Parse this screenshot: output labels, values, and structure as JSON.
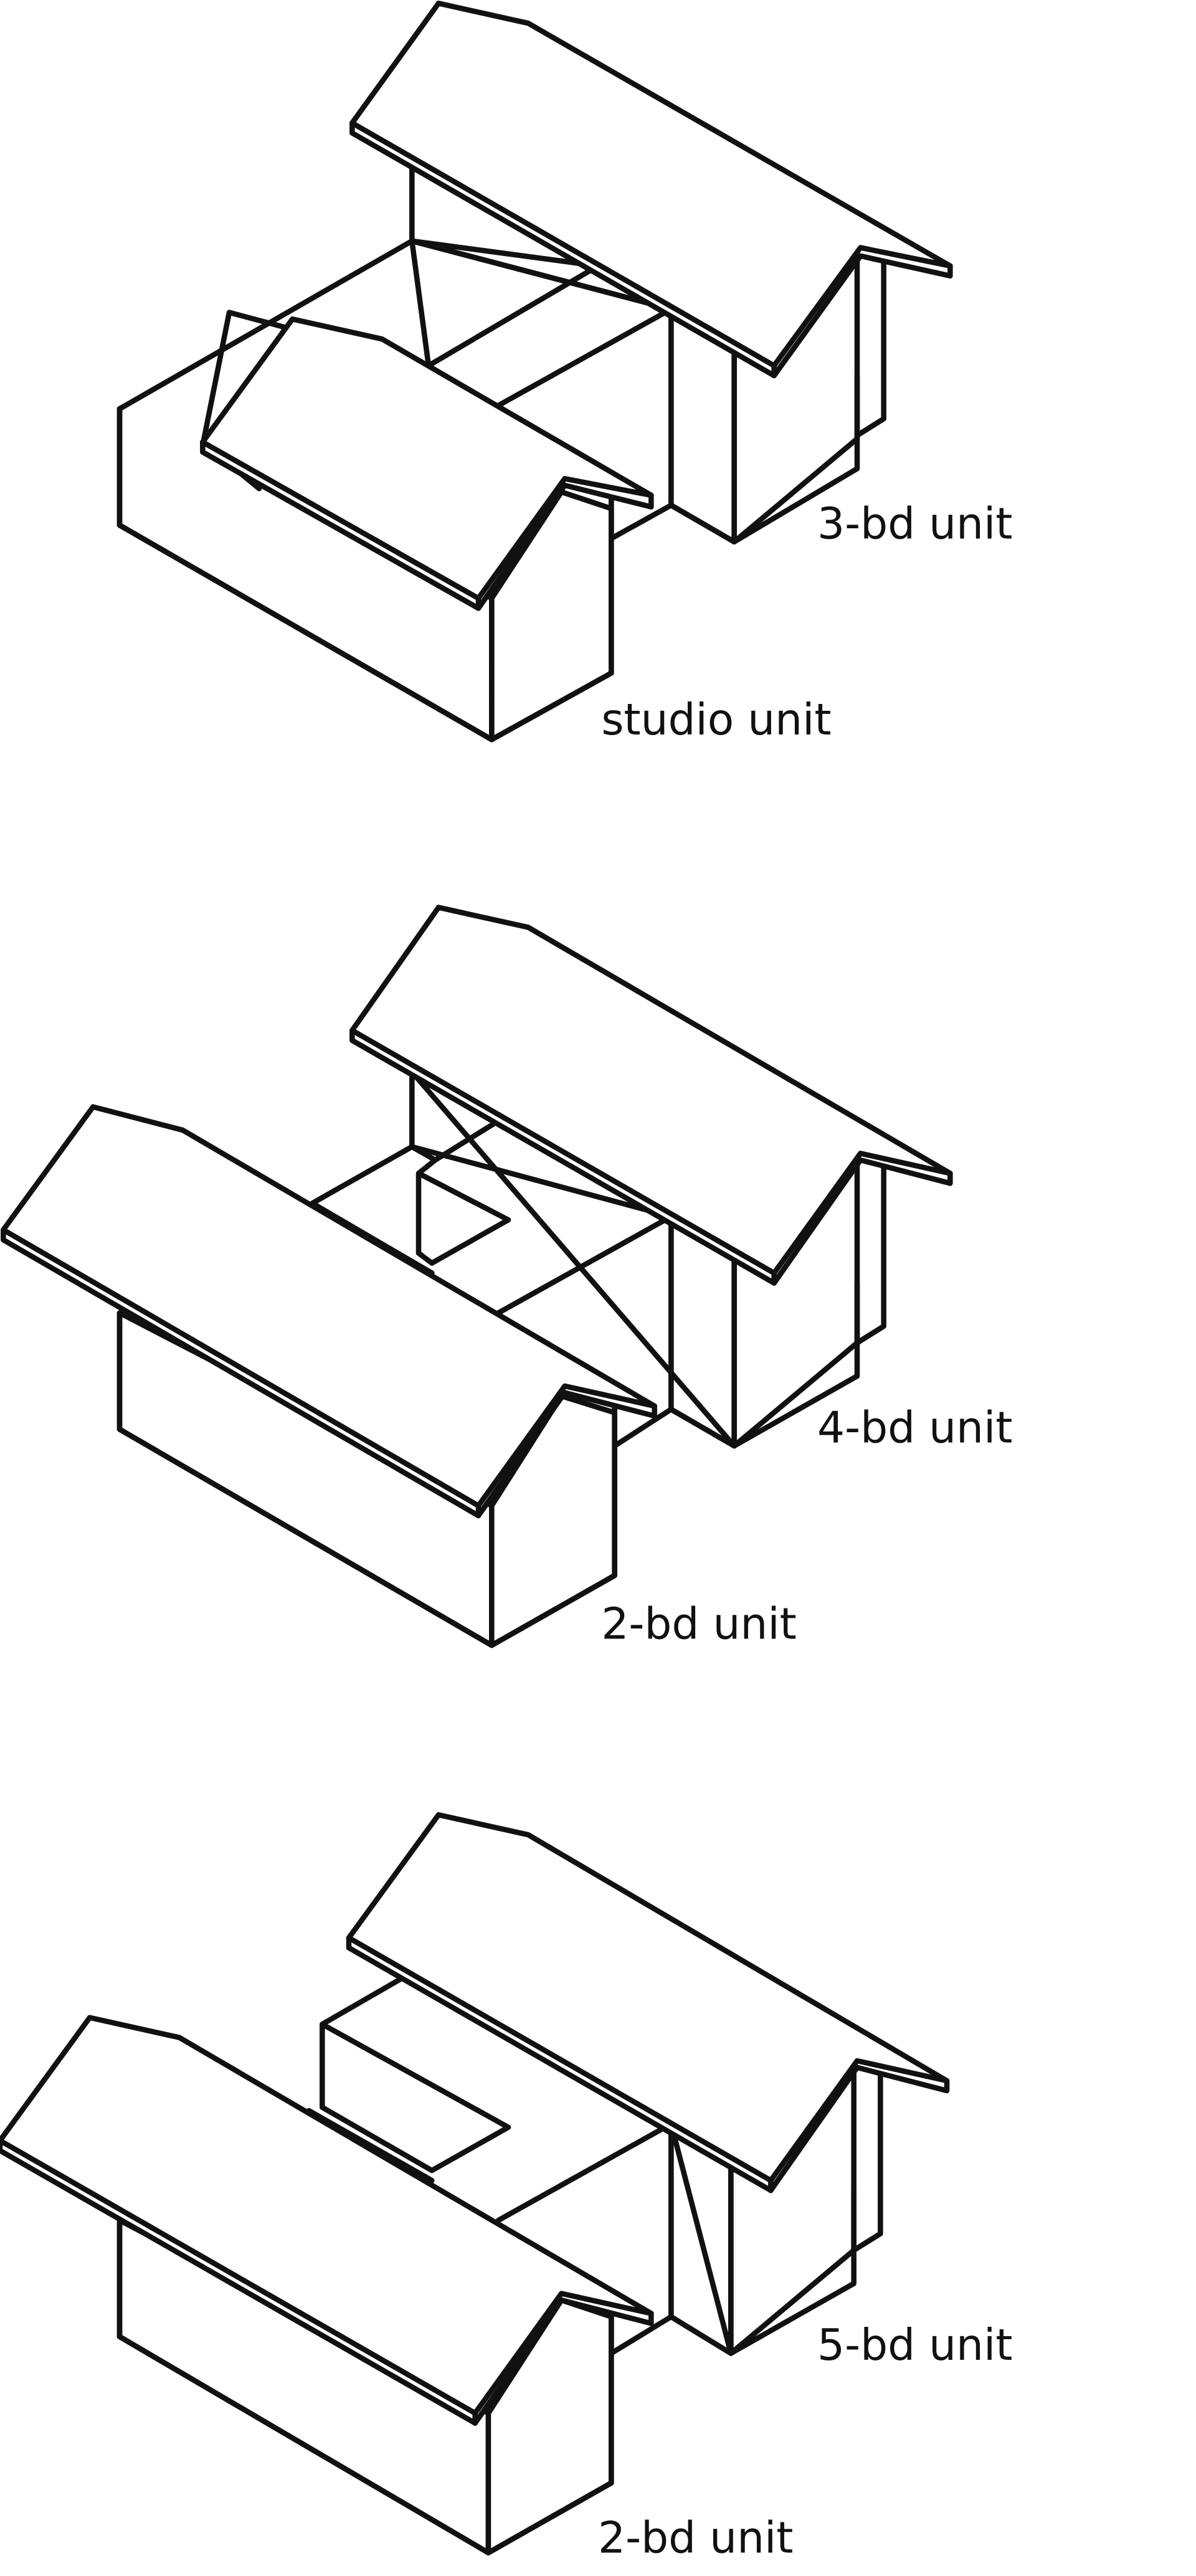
{
  "colors": {
    "background": "#ffffff",
    "line": "#111111"
  },
  "configurations": [
    {
      "id": "config-1",
      "units": [
        {
          "id": "c1-rear",
          "label": "3-bd unit"
        },
        {
          "id": "c1-front",
          "label": "studio unit"
        }
      ]
    },
    {
      "id": "config-2",
      "units": [
        {
          "id": "c2-rear",
          "label": "4-bd unit"
        },
        {
          "id": "c2-front",
          "label": "2-bd unit"
        }
      ]
    },
    {
      "id": "config-3",
      "units": [
        {
          "id": "c3-rear",
          "label": "5-bd unit"
        },
        {
          "id": "c3-front",
          "label": "2-bd unit"
        }
      ]
    }
  ]
}
